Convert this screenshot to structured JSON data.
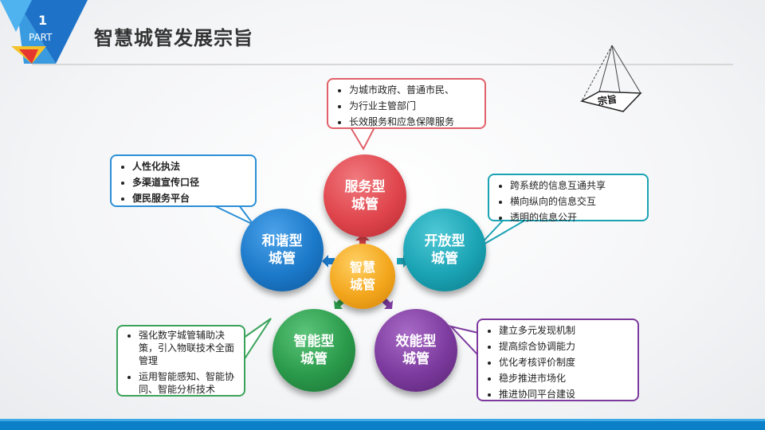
{
  "badge": {
    "number": "1",
    "part": "PART"
  },
  "title": "智慧城管发展宗旨",
  "pyramid_label": "宗旨",
  "center": {
    "line1": "智慧",
    "line2": "城管",
    "color": "#f3a61c"
  },
  "nodes": {
    "service": {
      "line1": "服务型",
      "line2": "城管",
      "color": "#e0454c"
    },
    "open": {
      "line1": "开放型",
      "line2": "城管",
      "color": "#1aa3b4"
    },
    "efficient": {
      "line1": "效能型",
      "line2": "城管",
      "color": "#7c3a9e"
    },
    "smart": {
      "line1": "智能型",
      "line2": "城管",
      "color": "#2a9a4a"
    },
    "harmony": {
      "line1": "和谐型",
      "line2": "城管",
      "color": "#1b79c9"
    }
  },
  "boxes": {
    "service": [
      "为城市政府、普通市民、",
      "为行业主管部门",
      "长效服务和应急保障服务"
    ],
    "open": [
      "跨系统的信息互通共享",
      "横向纵向的信息交互",
      "透明的信息公开"
    ],
    "efficient": [
      "建立多元发现机制",
      "提高综合协调能力",
      "优化考核评价制度",
      "稳步推进市场化",
      "推进协同平台建设"
    ],
    "smart": [
      "强化数字城管辅助决策，引入物联技术全面管理",
      "运用智能感知、智能协同、智能分析技术"
    ],
    "harmony": [
      "人性化执法",
      "多渠道宣传口径",
      "便民服务平台"
    ]
  }
}
